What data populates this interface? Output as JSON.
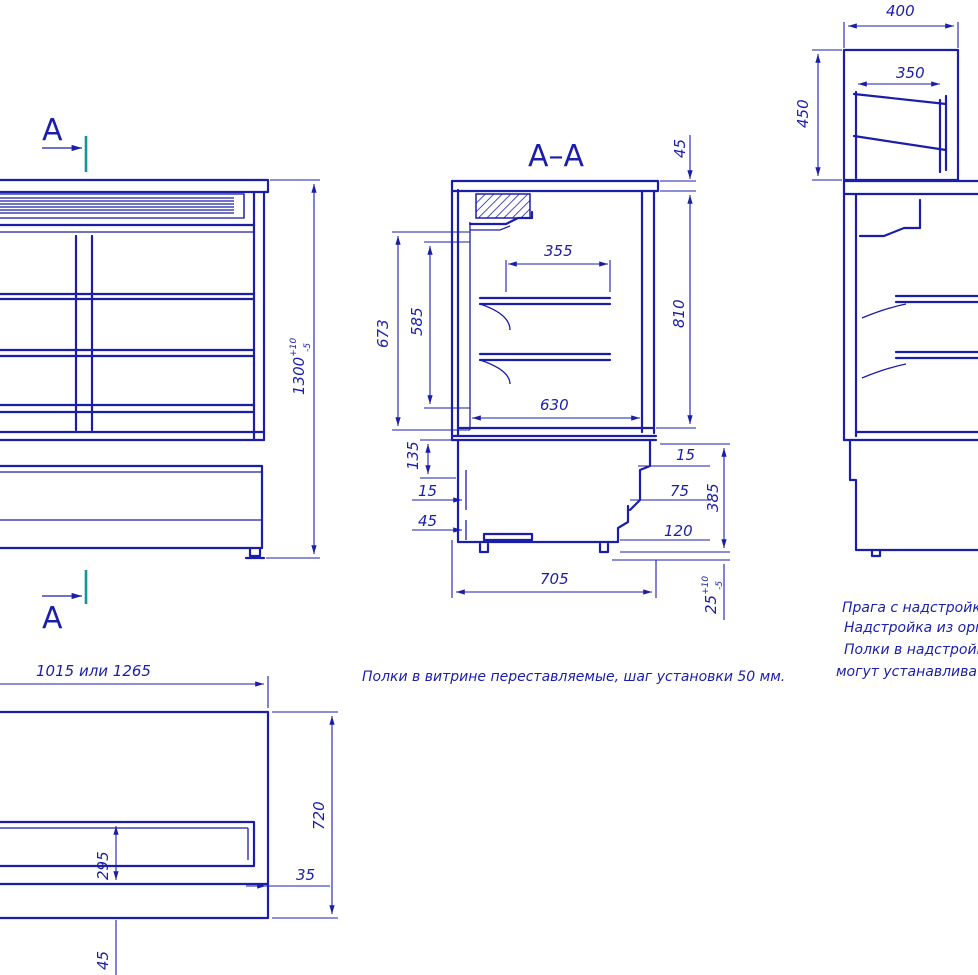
{
  "diagram": {
    "section_labels": {
      "left_top": "А",
      "left_bottom": "А",
      "section_title": "А–А"
    },
    "front_view": {
      "height_base": "1300",
      "height_tol_upper": "+10",
      "height_tol_lower": "-5"
    },
    "section_view": {
      "top_gap": "45",
      "shelf_depth": "355",
      "inner_depth": "630",
      "glass_height_outer": "673",
      "glass_height_inner": "585",
      "display_height": "810",
      "base_135": "135",
      "base_15_top": "15",
      "base_75": "75",
      "base_15_left": "15",
      "base_45": "45",
      "base_120": "120",
      "base_385": "385",
      "total_depth": "705",
      "foot_base": "25",
      "foot_tol_upper": "+10",
      "foot_tol_lower": "-5"
    },
    "right_view": {
      "top_width": "400",
      "shelf_width": "350",
      "top_height": "450"
    },
    "plan_view": {
      "width": "1015 или 1265",
      "depth": "720",
      "well_depth": "295",
      "side_gap": "35",
      "front_gap": "45"
    },
    "notes": {
      "shelves": "Полки в витрине переставляемые, шаг установки 50 мм.",
      "right_lines": [
        "Прага с надстройк",
        "Надстройка из орг",
        "Полки в надстройк",
        "могут устанавлива"
      ]
    },
    "colors": {
      "line": "#1b1fa8",
      "section_marker": "#0a9a9a"
    }
  }
}
